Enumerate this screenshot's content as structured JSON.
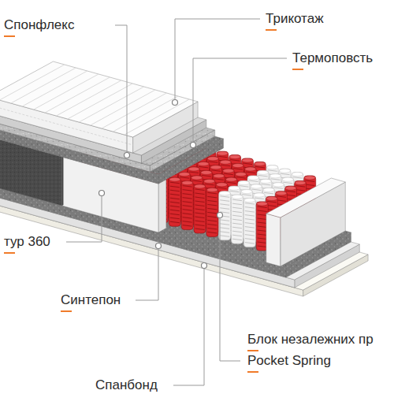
{
  "diagram": {
    "labels": [
      "Спонфлекс",
      "Трикотаж",
      "Термоповсть",
      "тур 360",
      "Синтепон",
      "Блок незалежних пр",
      "Pocket Spring",
      "Спанбонд"
    ]
  }
}
